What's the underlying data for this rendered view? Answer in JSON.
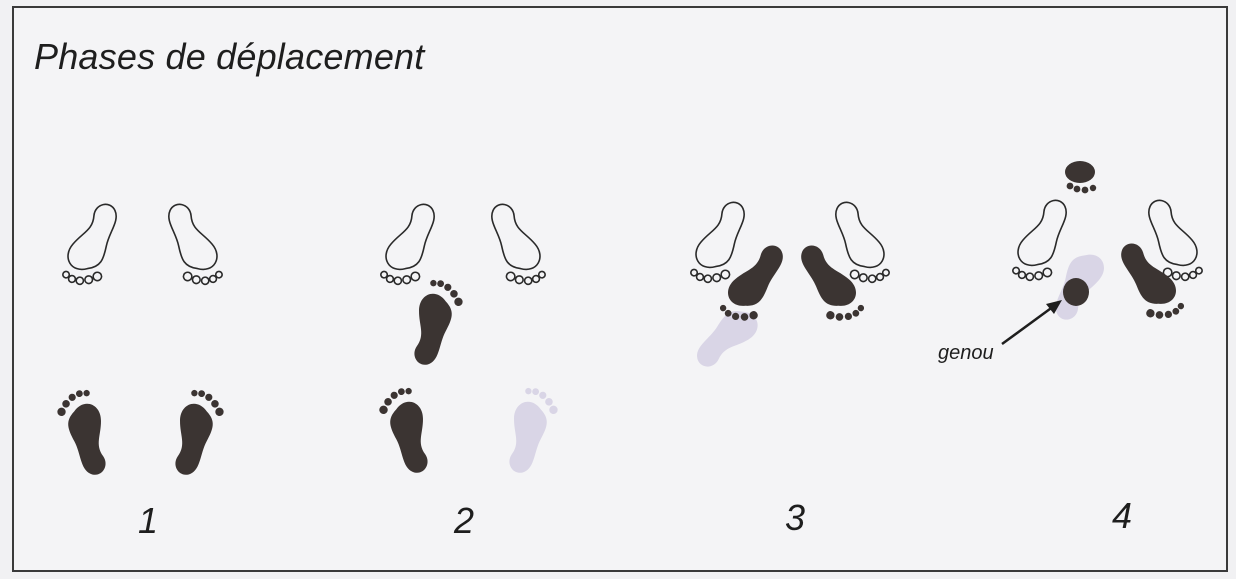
{
  "title": "Phases de déplacement",
  "phases": [
    {
      "label": "1"
    },
    {
      "label": "2"
    },
    {
      "label": "3"
    },
    {
      "label": "4"
    }
  ],
  "knee_label": "genou",
  "colors": {
    "dark_foot": "#3b3432",
    "outline_foot": "#2a2a2a",
    "ghost_foot": "#d9d5e6",
    "frame": "#3a3a3a",
    "background": "#f4f4f6"
  }
}
